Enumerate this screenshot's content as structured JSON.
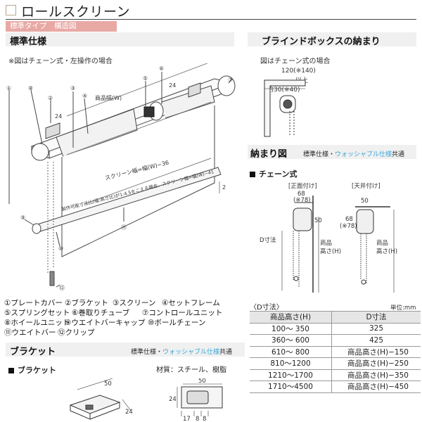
{
  "header": {
    "title": "ロールスクリーン",
    "tag": "標準タイプ　構造図"
  },
  "standard": {
    "heading": "標準仕様",
    "note": "※図はチェーン式・左操作の場合",
    "dims": {
      "product_width": "商品幅(W)",
      "screen_width": "スクリーン幅=幅(W)−36",
      "note_large": "製作可能寸法比(幅:高さ比)が1:4.5をこえる場合、スクリーン幅=幅(W)−41",
      "d24a": "24",
      "d24b": "24",
      "d2": "2"
    },
    "callouts": [
      "①",
      "②",
      "③",
      "④",
      "⑤",
      "⑥",
      "⑦",
      "⑧",
      "⑨",
      "⑩",
      "⑪",
      "⑫"
    ],
    "legend": [
      [
        "①プレートカバー",
        "②ブラケット",
        "③スクリーン",
        "④セットフレーム"
      ],
      [
        "⑤スプリングセット",
        "⑥巻取りチューブ",
        "⑦コントロールユニット"
      ],
      [
        "⑧ホイールユニット",
        "⑨ウエイトバーキャップ",
        "⑩ボールチェーン"
      ],
      [
        "⑪ウエイトバー",
        "⑫クリップ"
      ]
    ]
  },
  "blindbox": {
    "heading": "ブラインドボックスの納まり",
    "note": "図はチェーン式の場合",
    "dim_top": "120(※140)",
    "dim_top_sub": "以上",
    "dim_inner": "約30(※40)"
  },
  "fit": {
    "heading": "納まり図",
    "spec_prefix": "標準仕様・",
    "spec_wash": "ウォッシャブル仕様",
    "spec_suffix": "共通",
    "chain_label": "チェーン式",
    "front_label": "[正面付け]",
    "ceiling_label": "[天井付け]",
    "front_dim1": "68",
    "front_dim2": "(※78)",
    "front_dim3": "50",
    "front_d": "D寸法",
    "front_h1": "商品",
    "front_h2": "高さ(H)",
    "ceil_dim1": "50",
    "ceil_dim2": "68",
    "ceil_dim3": "(※78)",
    "ceil_h1": "商品",
    "ceil_h2": "高さ(H)"
  },
  "dtable": {
    "title": "〈D寸法〉",
    "unit": "単位:mm",
    "headers": [
      "商品高さ(H)",
      "D寸法"
    ],
    "rows": [
      [
        "100〜 350",
        "325"
      ],
      [
        "360〜 600",
        "425"
      ],
      [
        "610〜 800",
        "商品高さ(H)−150"
      ],
      [
        "810〜1200",
        "商品高さ(H)−250"
      ],
      [
        "1210〜1700",
        "商品高さ(H)−350"
      ],
      [
        "1710〜4500",
        "商品高さ(H)−450"
      ]
    ]
  },
  "bracket": {
    "heading": "ブラケット",
    "spec_prefix": "標準仕様・",
    "spec_wash": "ウォッシャブル仕様",
    "spec_suffix": "共通",
    "sub_label": "ブラケット",
    "material": "材質：スチール、樹脂",
    "d50a": "50",
    "d24a": "24",
    "d50b": "50",
    "d24b": "24",
    "d17": "17",
    "d8a": "8",
    "d8b": "8"
  },
  "colors": {
    "tag_bg": "#e8a9a5",
    "washable": "#3aa6d8",
    "band": "#f0f0f0"
  }
}
